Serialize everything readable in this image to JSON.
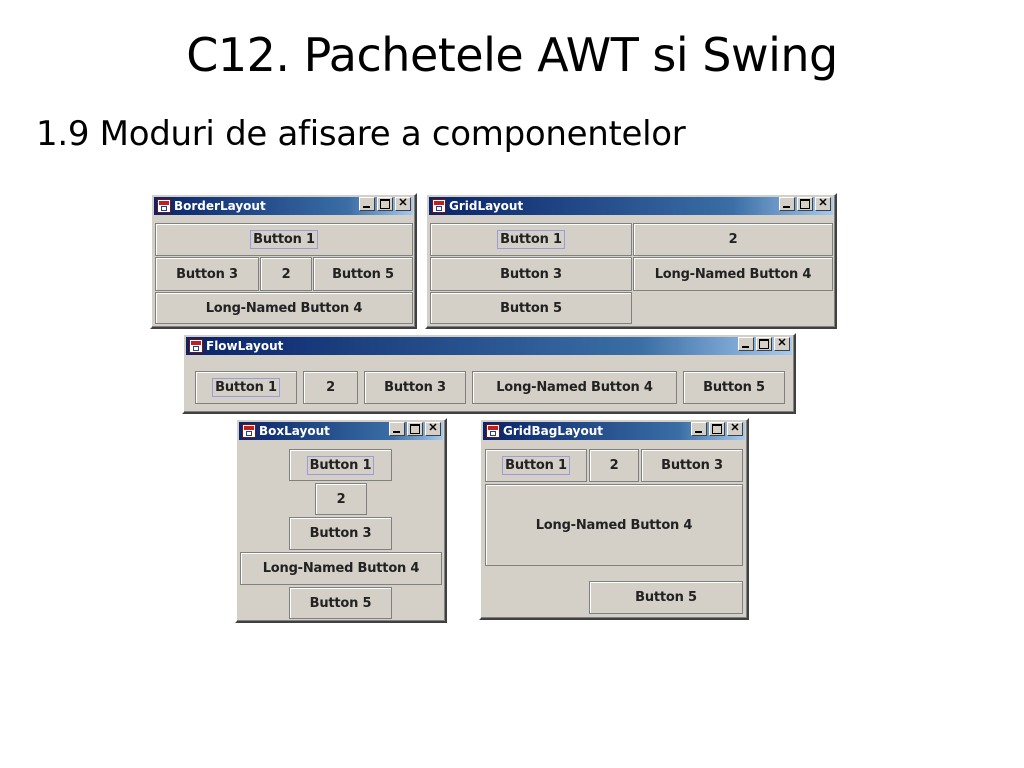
{
  "slide": {
    "title": "C12. Pachetele AWT si Swing",
    "subtitle": "1.9 Moduri de afisare a componentelor"
  },
  "windows": {
    "border": {
      "title": "BorderLayout",
      "buttons": [
        "Button 1",
        "Button 3",
        "2",
        "Button 5",
        "Long-Named Button 4"
      ]
    },
    "grid": {
      "title": "GridLayout",
      "buttons": [
        "Button 1",
        "2",
        "Button 3",
        "Long-Named Button 4",
        "Button 5"
      ]
    },
    "flow": {
      "title": "FlowLayout",
      "buttons": [
        "Button 1",
        "2",
        "Button 3",
        "Long-Named Button 4",
        "Button 5"
      ]
    },
    "box": {
      "title": "BoxLayout",
      "buttons": [
        "Button 1",
        "2",
        "Button 3",
        "Long-Named Button 4",
        "Button 5"
      ]
    },
    "gridbag": {
      "title": "GridBagLayout",
      "buttons": [
        "Button 1",
        "2",
        "Button 3",
        "Long-Named Button 4",
        "Button 5"
      ]
    }
  },
  "icons": {
    "app": "java-app-icon",
    "minimize": "minimize-icon",
    "maximize": "maximize-icon",
    "close": "close-icon"
  }
}
